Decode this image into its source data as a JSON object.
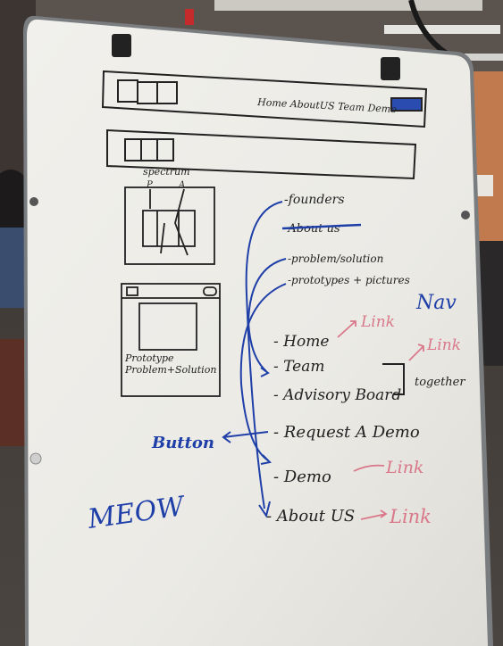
{
  "sketch": {
    "nav_links": "Home AboutUS Team Demo",
    "spectrum": "spectrum",
    "spectrum_p": "P",
    "spectrum_a": "A",
    "prototype_caption_1": "Prototype",
    "prototype_caption_2": "Problem+Solution"
  },
  "notes": {
    "founders": "-founders",
    "about_us_struck": "-About us",
    "problem_solution": "-problem/solution",
    "prototypes": "-prototypes + pictures"
  },
  "nav": {
    "title": "Nav",
    "items": [
      "- Home",
      "- Team",
      "- Advisory Board",
      "- Request A Demo",
      "- Demo",
      "- About US"
    ],
    "link_label": "Link",
    "together": "together",
    "button_label": "Button",
    "meow": "MEOW"
  },
  "colors": {
    "ink_black": "#222222",
    "ink_blue": "#1f3fa8",
    "ink_pink": "#d9788a",
    "board": "#ecebe6",
    "frame": "#7a7d80"
  }
}
